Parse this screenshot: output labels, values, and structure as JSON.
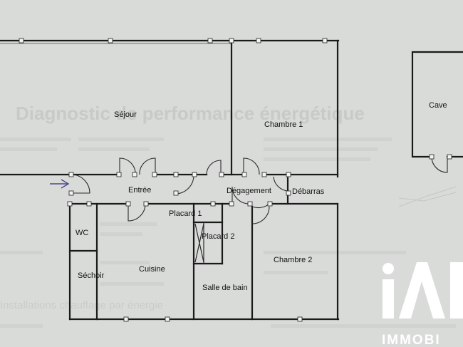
{
  "rooms": {
    "sejour": "Séjour",
    "chambre1": "Chambre 1",
    "entree": "Entrée",
    "degagement": "Dégagement",
    "debarras": "Débarras",
    "placard1": "Placard 1",
    "placard2": "Placard 2",
    "wc": "WC",
    "sechoir": "Séchoir",
    "cuisine": "Cuisine",
    "salle_de_bain": "Salle de bain",
    "chambre2": "Chambre 2",
    "cave": "Cave"
  },
  "background": {
    "faded_heading": "Diagnostic de performance énergétique",
    "faded_footer": "Installations chauffage par énergie"
  },
  "logo": {
    "letters": "iAD",
    "text": "IMMOBI"
  },
  "colors": {
    "paper": "#d9dbd9",
    "wall": "#1a1a1a",
    "logo": "#ffffff"
  }
}
